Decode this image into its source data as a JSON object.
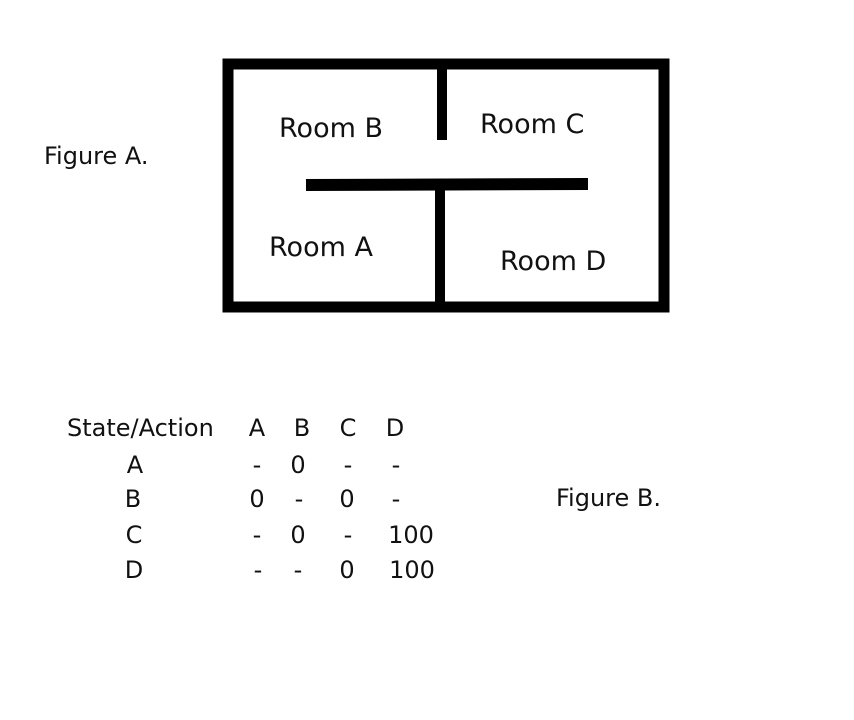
{
  "figure_a": {
    "caption": "Figure A.",
    "rooms": {
      "b": "Room B",
      "c": "Room C",
      "a": "Room A",
      "d": "Room D"
    }
  },
  "figure_b": {
    "caption": "Figure B.",
    "table": {
      "corner_header": "State/Action",
      "action_headers": [
        "A",
        "B",
        "C",
        "D"
      ],
      "rows": [
        {
          "state": "A",
          "values": [
            "-",
            "0",
            "-",
            "-"
          ]
        },
        {
          "state": "B",
          "values": [
            "0",
            "-",
            "0",
            "-"
          ]
        },
        {
          "state": "C",
          "values": [
            "-",
            "0",
            "-",
            "100"
          ]
        },
        {
          "state": "D",
          "values": [
            "-",
            "-",
            "0",
            "100"
          ]
        }
      ]
    }
  }
}
